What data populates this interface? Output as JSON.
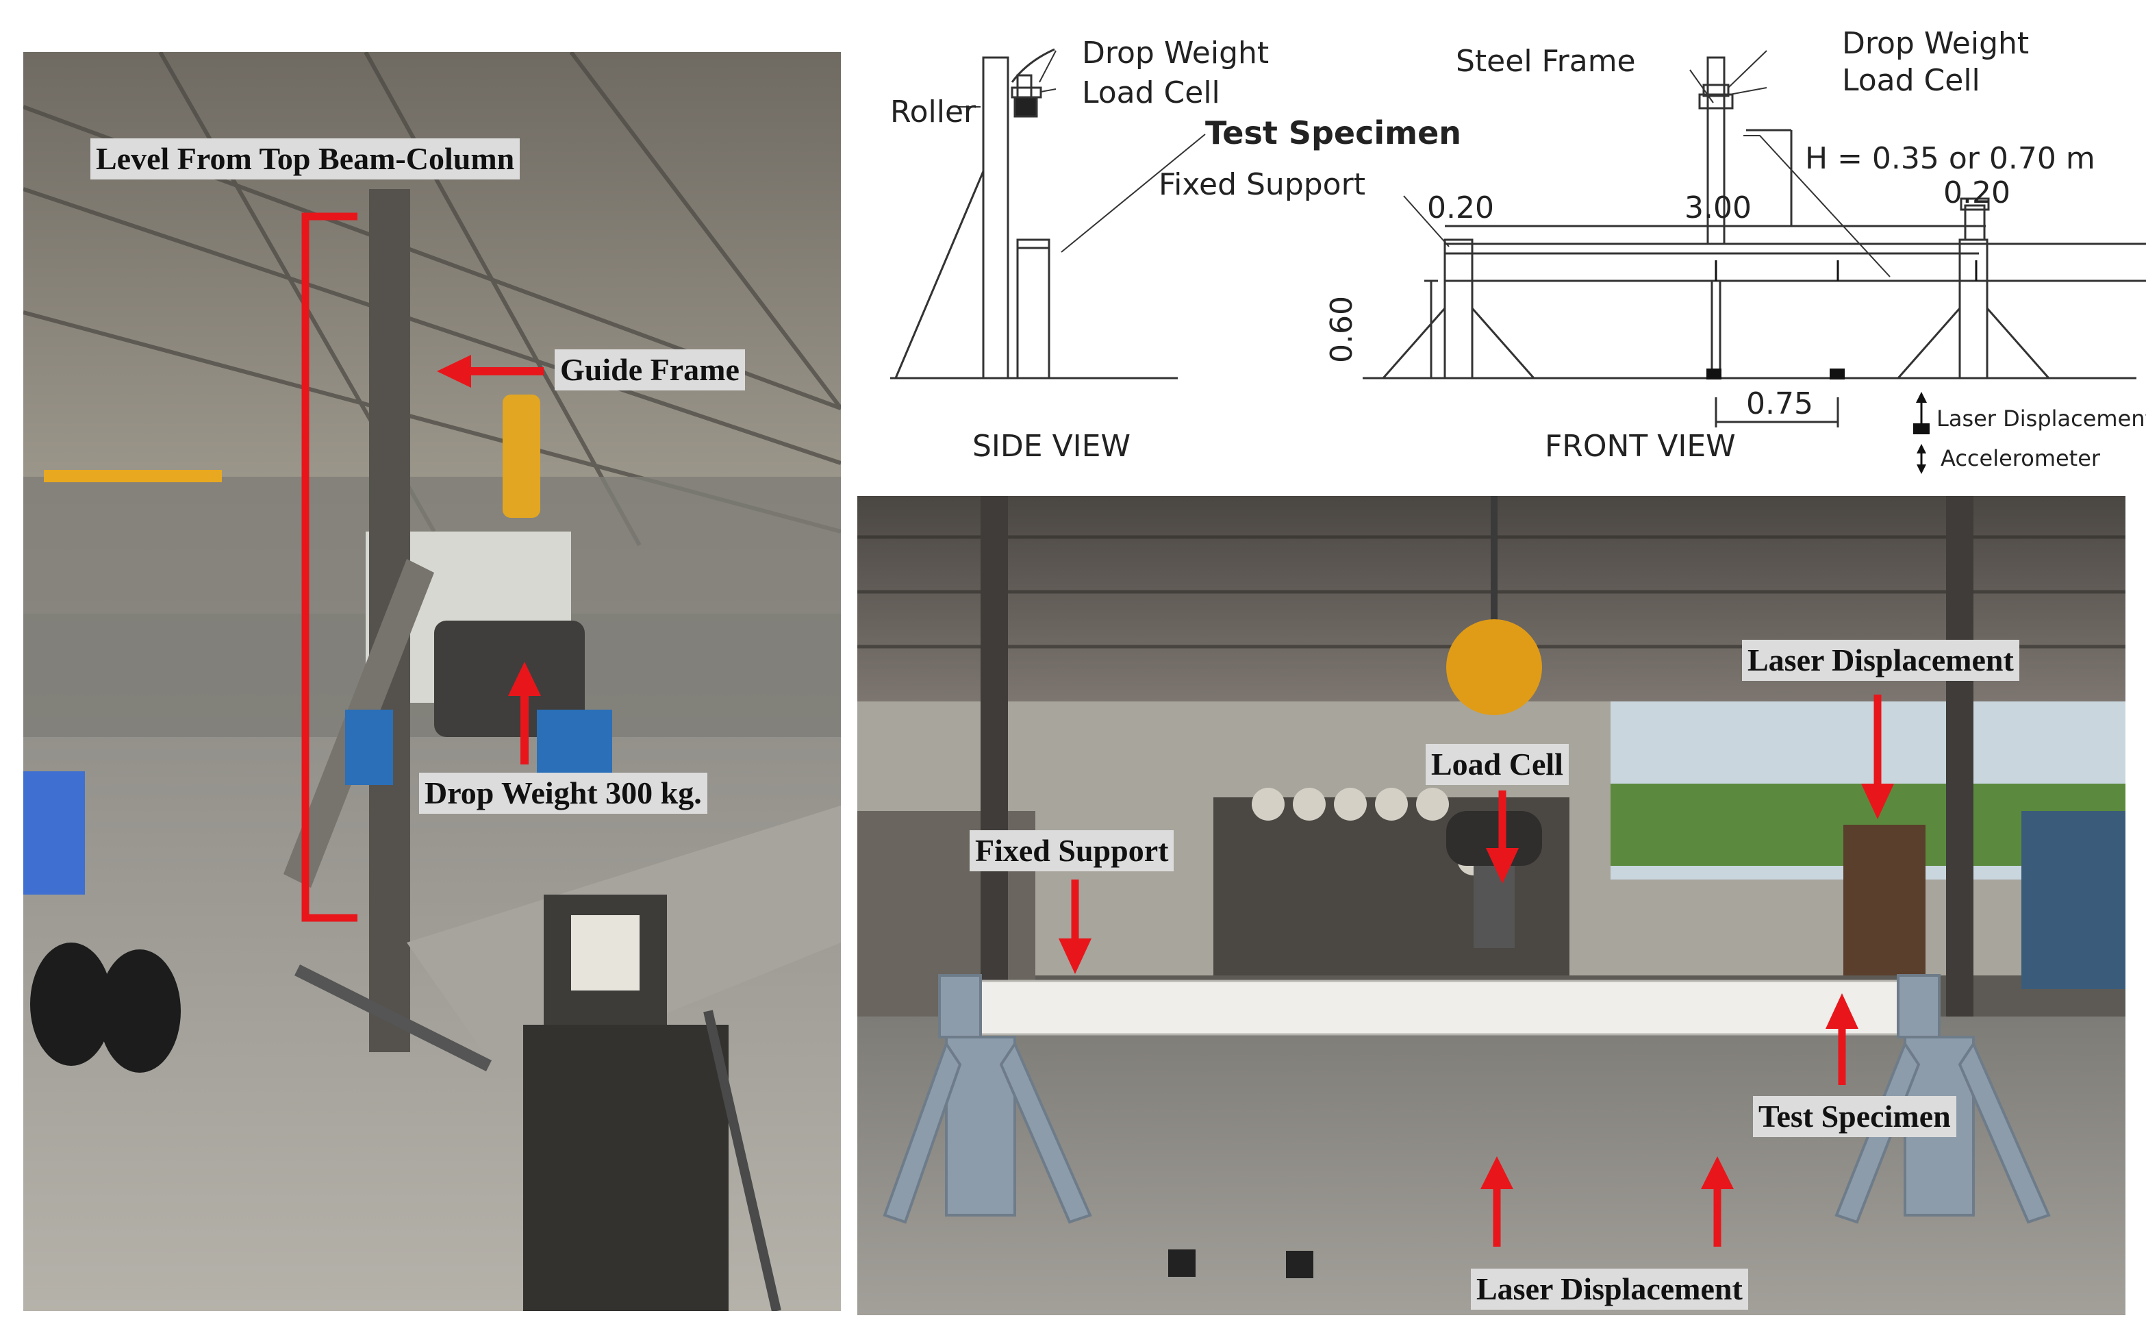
{
  "left_photo": {
    "labels": {
      "level": "Level From Top Beam-Column",
      "guide_frame": "Guide Frame",
      "drop_weight": "Drop Weight 300 kg."
    }
  },
  "diagram": {
    "side_view": {
      "title": "SIDE VIEW",
      "roller": "Roller",
      "drop_weight": "Drop Weight",
      "load_cell": "Load Cell",
      "test_specimen": "Test Specimen",
      "fixed_support": "Fixed Support"
    },
    "front_view": {
      "title": "FRONT VIEW",
      "steel_frame": "Steel Frame",
      "drop_weight": "Drop Weight",
      "load_cell": "Load Cell",
      "height_note": "H = 0.35 or 0.70 m",
      "dim_left": "0.20",
      "dim_span": "3.00",
      "dim_right": "0.20",
      "dim_height": "0.60",
      "dim_offset": "0.75"
    },
    "legend": {
      "laser": "Laser Displacement",
      "accelerometer": "Accelerometer"
    }
  },
  "right_photo": {
    "labels": {
      "laser_top": "Laser Displacement",
      "load_cell": "Load Cell",
      "fixed_support": "Fixed Support",
      "test_specimen": "Test Specimen",
      "laser_bottom": "Laser Displacement"
    }
  },
  "colors": {
    "arrow": "#e8161b",
    "label_bg": "#dcdcdc",
    "steel": "#8d9cab"
  }
}
